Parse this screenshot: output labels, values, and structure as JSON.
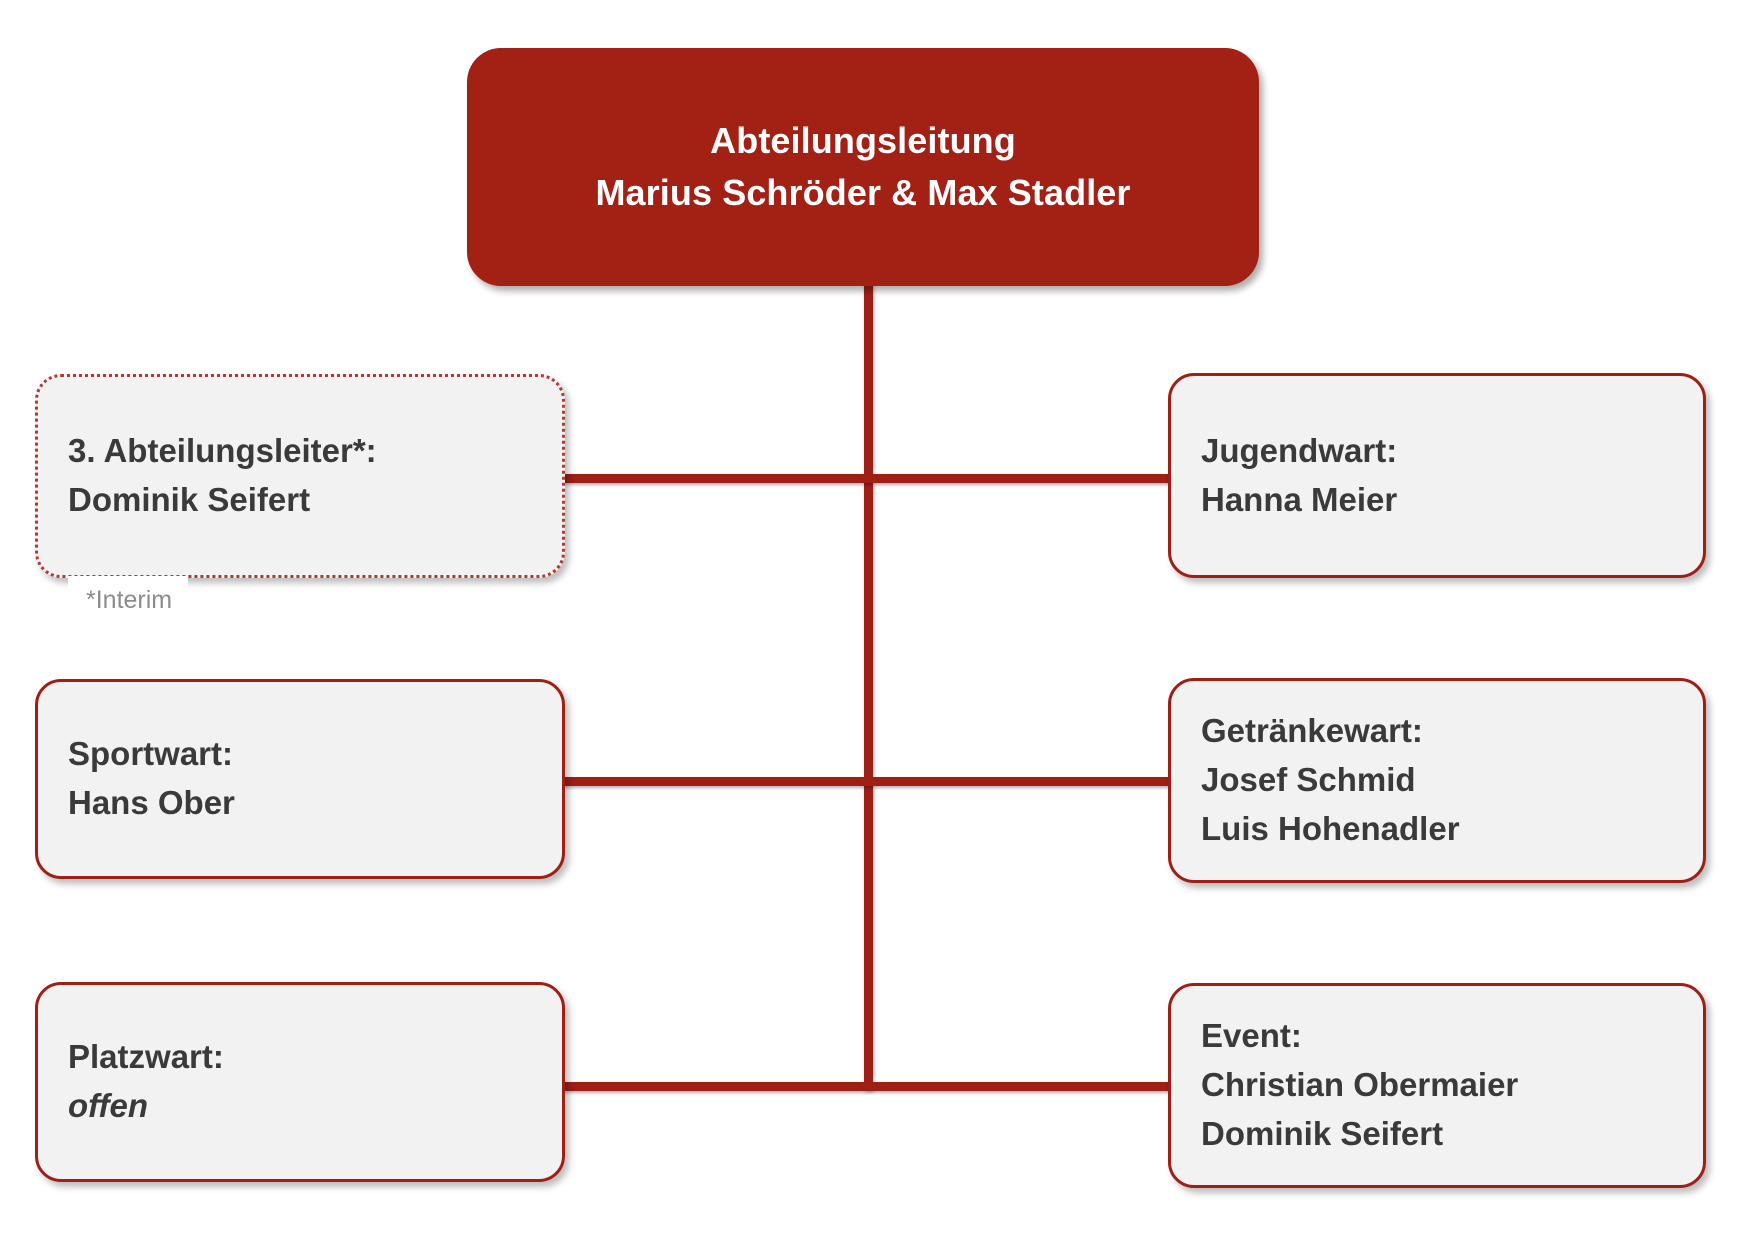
{
  "chart_data": {
    "type": "diagram",
    "title": "Abteilungsleitung Organigramm",
    "layout": "org-chart",
    "accent_color": "#A32015",
    "line_color": "#9E1F16",
    "node_fill": "#F2F2F2",
    "node_text_color": "#3A3A3A",
    "root": {
      "role": "Abteilungsleitung",
      "people": "Marius Schröder & Max Stadler"
    },
    "children": [
      {
        "role": "3. Abteilungsleiter*:",
        "people": [
          "Dominik Seifert"
        ],
        "side": "left",
        "border": "dotted",
        "footnote": "*Interim"
      },
      {
        "role": "Jugendwart:",
        "people": [
          "Hanna Meier"
        ],
        "side": "right",
        "border": "solid"
      },
      {
        "role": "Sportwart:",
        "people": [
          "Hans Ober"
        ],
        "side": "left",
        "border": "solid"
      },
      {
        "role": "Getränkewart:",
        "people": [
          "Josef Schmid",
          "Luis Hohenadler"
        ],
        "side": "right",
        "border": "solid"
      },
      {
        "role": "Platzwart:",
        "people": [
          "offen"
        ],
        "side": "left",
        "border": "solid",
        "people_style": "italic"
      },
      {
        "role": "Event:",
        "people": [
          "Christian Obermaier",
          "Dominik Seifert"
        ],
        "side": "right",
        "border": "solid"
      }
    ]
  },
  "root": {
    "line1": "Abteilungsleitung",
    "line2": "Marius Schröder & Max Stadler"
  },
  "nodes": {
    "dritter_abteilungsleiter": {
      "line1": "3. Abteilungsleiter*:",
      "line2": "Dominik Seifert"
    },
    "jugendwart": {
      "line1": "Jugendwart:",
      "line2": "Hanna Meier"
    },
    "sportwart": {
      "line1": "Sportwart:",
      "line2": "Hans Ober"
    },
    "getraenkewart": {
      "line1": "Getränkewart:",
      "line2": "Josef Schmid",
      "line3": "Luis Hohenadler"
    },
    "platzwart": {
      "line1": "Platzwart:",
      "line2": "offen"
    },
    "event": {
      "line1": "Event:",
      "line2": "Christian Obermaier",
      "line3": "Dominik Seifert"
    }
  },
  "footnotes": {
    "interim": "*Interim"
  }
}
